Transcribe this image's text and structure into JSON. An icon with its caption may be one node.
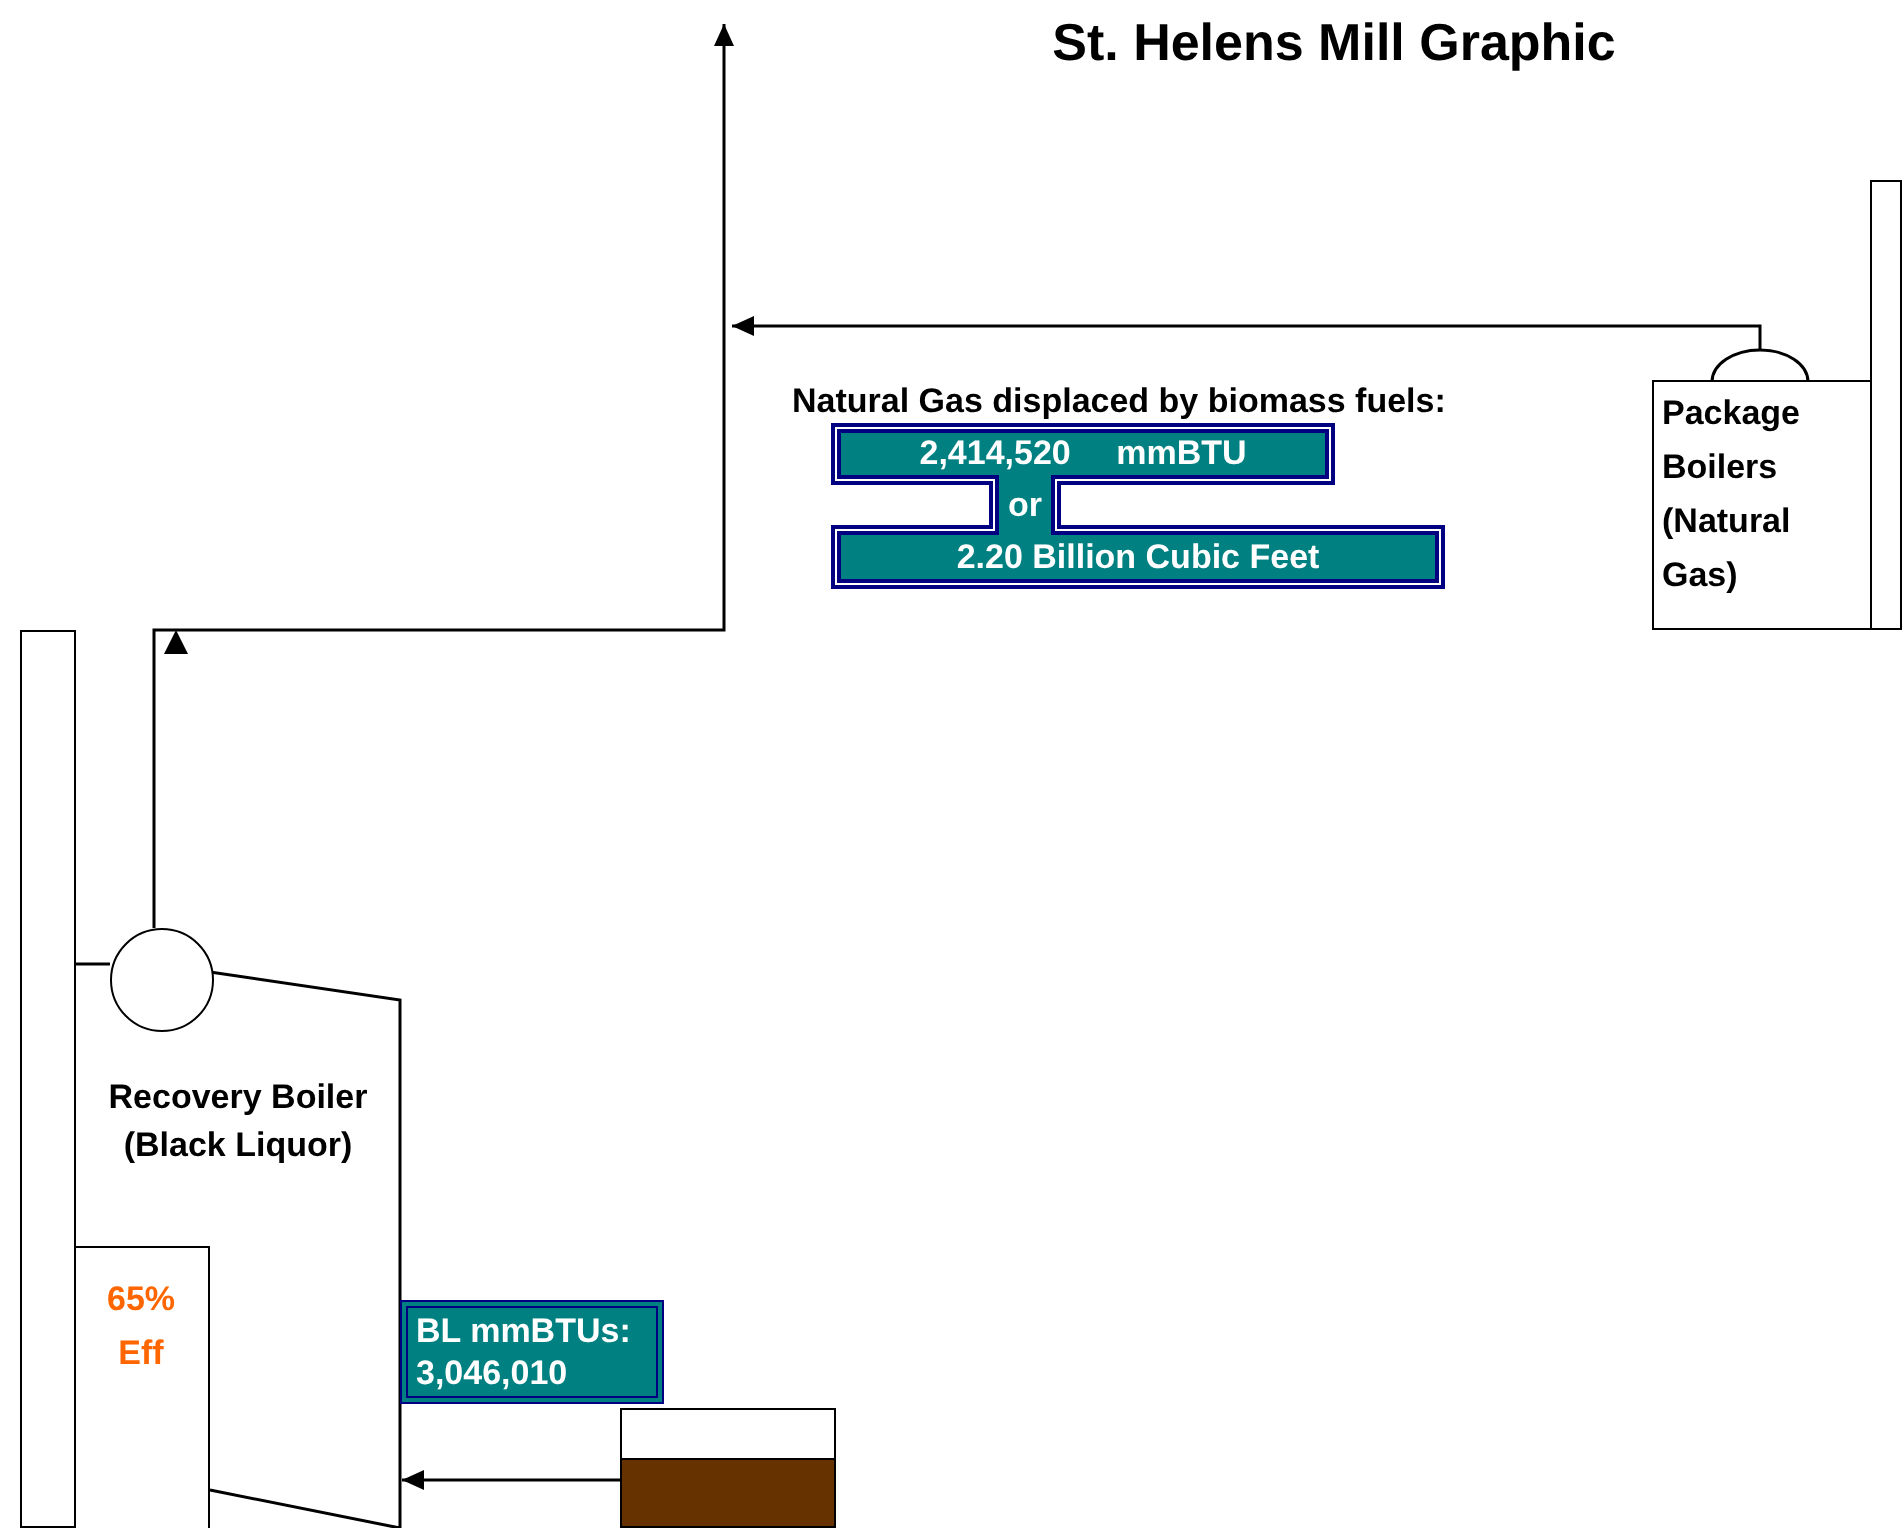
{
  "diagram": {
    "title": "St. Helens Mill Graphic",
    "nodes": [
      {
        "text": [],
        "shape": "circle"
      },
      {
        "text": [
          "Package Boilers (Natural Gas)"
        ]
      },
      {
        "text": [],
        "shape": "box"
      },
      {
        "text": [
          "Natural Gas displaced by biomass fuels:",
          "2,414,520 mmBTU",
          "or",
          "2.20 Billion Cubic Feet"
        ]
      },
      {
        "text": [],
        "shape": "box"
      },
      {
        "text": [
          "Recovery Boiler (Black Liquor)"
        ]
      },
      {
        "text": [
          "65% Eff"
        ],
        "in": 5
      },
      {
        "text": [],
        "shape": "circle"
      },
      {
        "text": [
          "BL mmBTUs: 3,046,010"
        ]
      },
      {
        "text": [],
        "shape": "box"
      }
    ],
    "edges": [
      {
        "from": 9,
        "to": 5,
        "arrow": "to"
      },
      {
        "from": 7,
        "to": null,
        "arrow": "to"
      },
      {
        "from": 0,
        "to": null,
        "arrow": "to"
      }
    ]
  }
}
